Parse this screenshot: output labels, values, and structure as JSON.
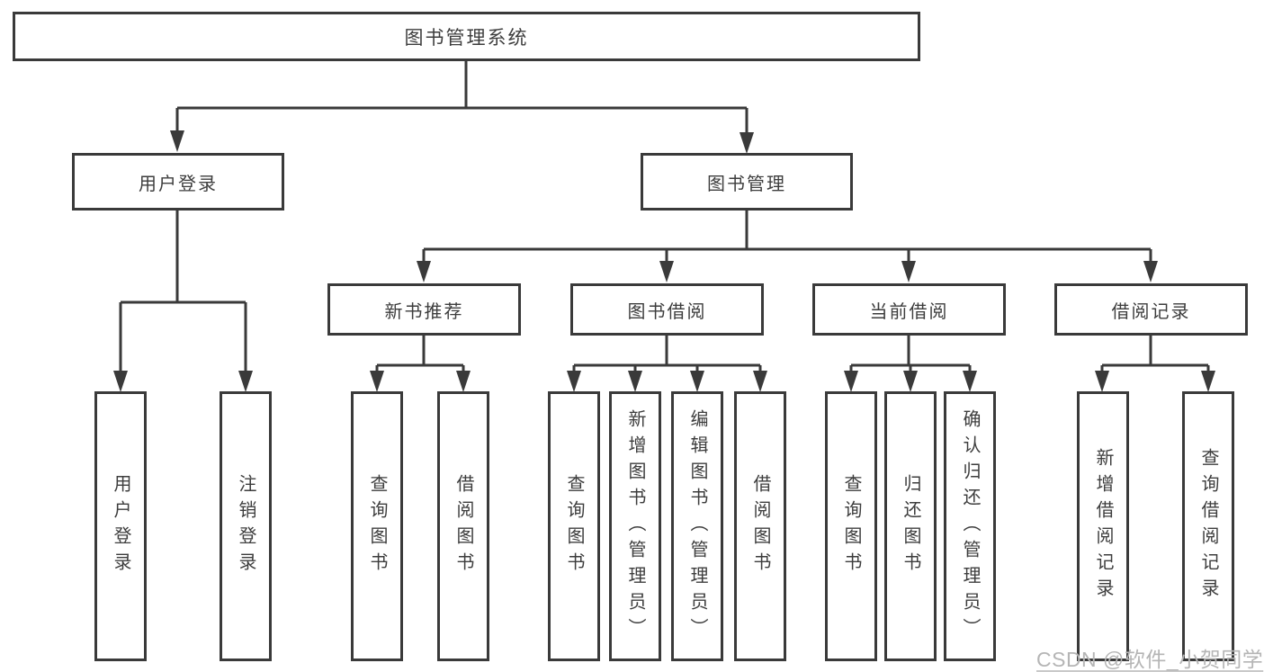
{
  "diagram": {
    "title": "图书管理系统",
    "tree": {
      "label": "图书管理系统",
      "children": [
        {
          "label": "用户登录",
          "children": [
            {
              "label": "用户登录"
            },
            {
              "label": "注销登录"
            }
          ]
        },
        {
          "label": "图书管理",
          "children": [
            {
              "label": "新书推荐",
              "children": [
                {
                  "label": "查询图书"
                },
                {
                  "label": "借阅图书"
                }
              ]
            },
            {
              "label": "图书借阅",
              "children": [
                {
                  "label": "查询图书"
                },
                {
                  "label": "新增图书（管理员）"
                },
                {
                  "label": "编辑图书（管理员）"
                },
                {
                  "label": "借阅图书"
                }
              ]
            },
            {
              "label": "当前借阅",
              "children": [
                {
                  "label": "查询图书"
                },
                {
                  "label": "归还图书"
                },
                {
                  "label": "确认归还（管理员）"
                }
              ]
            },
            {
              "label": "借阅记录",
              "children": [
                {
                  "label": "新增借阅记录"
                },
                {
                  "label": "查询借阅记录"
                }
              ]
            }
          ]
        }
      ]
    }
  },
  "watermark": {
    "text": "CSDN @软件_小贺同学"
  },
  "colors": {
    "background": "#ffffff",
    "line": "#3a3a3a",
    "box_border": "#3a3a3a",
    "box_fill": "#ffffff",
    "text": "#3d3d3d",
    "watermark": "#b5b5b5"
  }
}
